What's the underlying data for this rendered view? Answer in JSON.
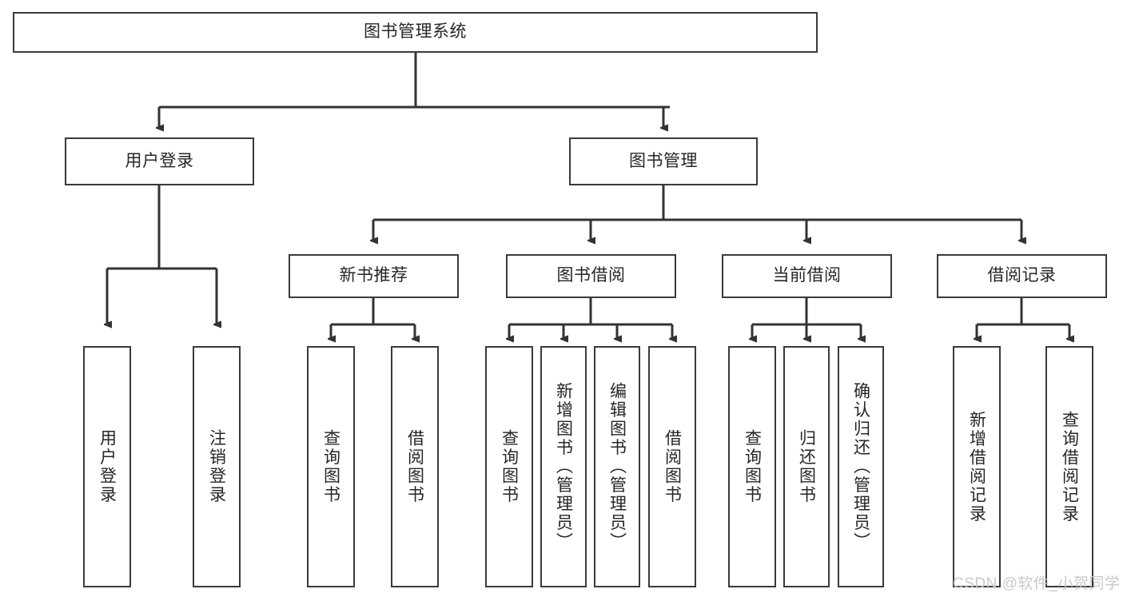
{
  "diagram": {
    "title": "图书管理系统",
    "watermark": "CSDN @软件_小贺同学",
    "colors": {
      "border": "#3a3a3a",
      "text": "#262626",
      "connector": "#333333",
      "background": "#ffffff",
      "watermark": "#c9c9c9"
    },
    "root": {
      "label": "图书管理系统"
    },
    "level1": [
      {
        "label": "用户登录"
      },
      {
        "label": "图书管理"
      }
    ],
    "level2": [
      {
        "label": "新书推荐"
      },
      {
        "label": "图书借阅"
      },
      {
        "label": "当前借阅"
      },
      {
        "label": "借阅记录"
      }
    ],
    "leaves": {
      "user_login": [
        {
          "label": "用户登录"
        },
        {
          "label": "注销登录"
        }
      ],
      "new_book": [
        {
          "label": "查询图书"
        },
        {
          "label": "借阅图书"
        }
      ],
      "book_borrow": [
        {
          "label": "查询图书"
        },
        {
          "label": "新增图书（管理员）"
        },
        {
          "label": "编辑图书（管理员）"
        },
        {
          "label": "借阅图书"
        }
      ],
      "current_borrow": [
        {
          "label": "查询图书"
        },
        {
          "label": "归还图书"
        },
        {
          "label": "确认归还（管理员）"
        }
      ],
      "borrow_record": [
        {
          "label": "新增借阅记录"
        },
        {
          "label": "查询借阅记录"
        }
      ]
    }
  }
}
